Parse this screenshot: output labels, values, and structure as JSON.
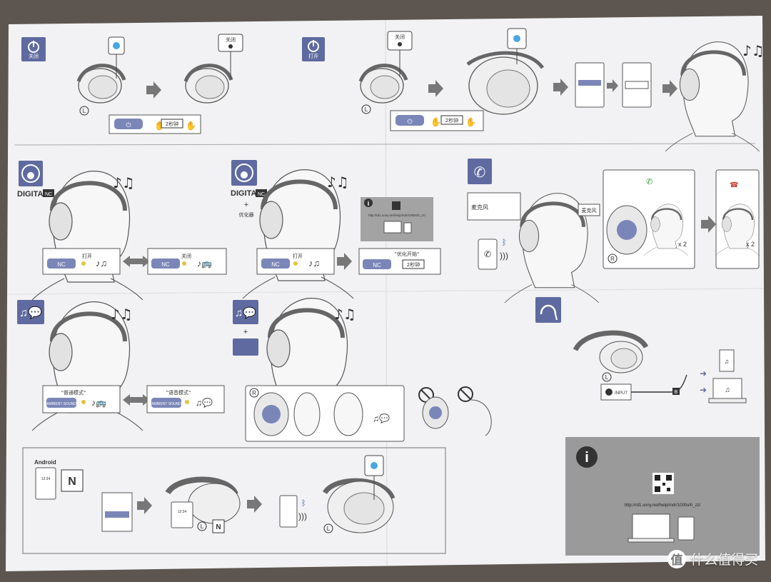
{
  "sheet": {
    "power_off_label": "关闭",
    "power_on_label": "打开",
    "led_off_label": "关闭",
    "seconds_label": "2秒钟",
    "left_mark": "L",
    "right_mark": "R",
    "nc_label": "NC",
    "nc_on_label": "打开",
    "nc_off_label": "关闭",
    "digital_label": "DIGITAL",
    "plus_label": "+",
    "optimizer_label": "优化器",
    "optimize_start_label": "\"优化开始\"",
    "url_text": "http://rd1.sony.net/help/mdr/1000x/h_zz/",
    "mic_label": "麦克风",
    "x2_label": "x 2",
    "normal_mode_label": "\"普通模式\"",
    "voice_mode_label": "\"语音模式\"",
    "ambient_label": "AMBIENT SOUND",
    "input_label": "INPUT",
    "b_label": "B",
    "android_label": "Android",
    "nfc_label": "N",
    "info_label": "i",
    "phone_time": "12:34"
  },
  "watermark": {
    "logo_text": "值",
    "text": "什么值得买"
  },
  "colors": {
    "paper": "#f2f2f4",
    "icon_blue": "#5f6aa0",
    "button_blue": "#7b86b8",
    "info_gray": "#9a9a9a",
    "led_blue": "#4aa6e0",
    "background": "#5d5650"
  }
}
